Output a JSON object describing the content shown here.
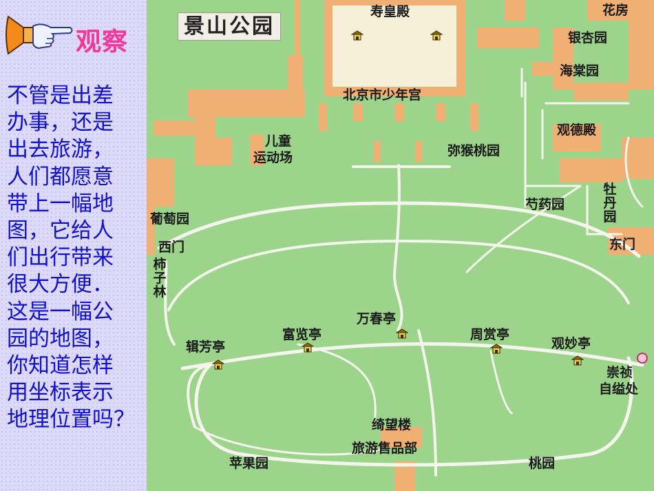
{
  "slide": {
    "heading": "观察",
    "body_lines": [
      "不管是出差",
      "办事，还是",
      "出去旅游，",
      "人们都愿意",
      "带上一幅地",
      "图，它给人",
      "们出行带来",
      "很大方便．",
      "这是一幅公",
      "园的地图，",
      "你知道怎样",
      "用坐标表示",
      "地理位置吗？"
    ]
  },
  "map": {
    "title": "景山公园",
    "labels": {
      "shouhuangdian": "寿皇殿",
      "huafang": "花房",
      "yinxingyuan": "银杏园",
      "haitangyuan": "海棠园",
      "shaoniangong": "北京市少年宫",
      "guandedian": "观德殿",
      "ertong": "儿童",
      "yundongchang": "运动场",
      "mihoutaoyuan": "弥猴桃园",
      "mudan": "牡丹园",
      "shaoyaoyuan": "芍药园",
      "putaoyuan": "葡萄园",
      "ximen": "西门",
      "dongmen": "东门",
      "shizilin": "柿子林",
      "wanchunting": "万春亭",
      "fulanting": "富览亭",
      "zhoushangting": "周赏亭",
      "guanmiaoting": "观妙亭",
      "jifangting": "辑芳亭",
      "chongzhen": "崇祯",
      "ziyichu": "自缢处",
      "qiwanglou": "绮望楼",
      "shoupinbu": "旅游售品部",
      "pingguoyuan": "苹果园",
      "taoyuan": "桃园"
    }
  },
  "colors": {
    "panel_bg": "#ddd9f8",
    "heading": "#f0389a",
    "body_text": "#1111cc",
    "map_green": "#9dd48b",
    "building_orange": "#f0b073",
    "path_white": "#f4f6ee"
  },
  "icons": {
    "pointer": "pointing-hand-icon",
    "pavilion": "pavilion-icon",
    "location": "location-marker-icon"
  }
}
